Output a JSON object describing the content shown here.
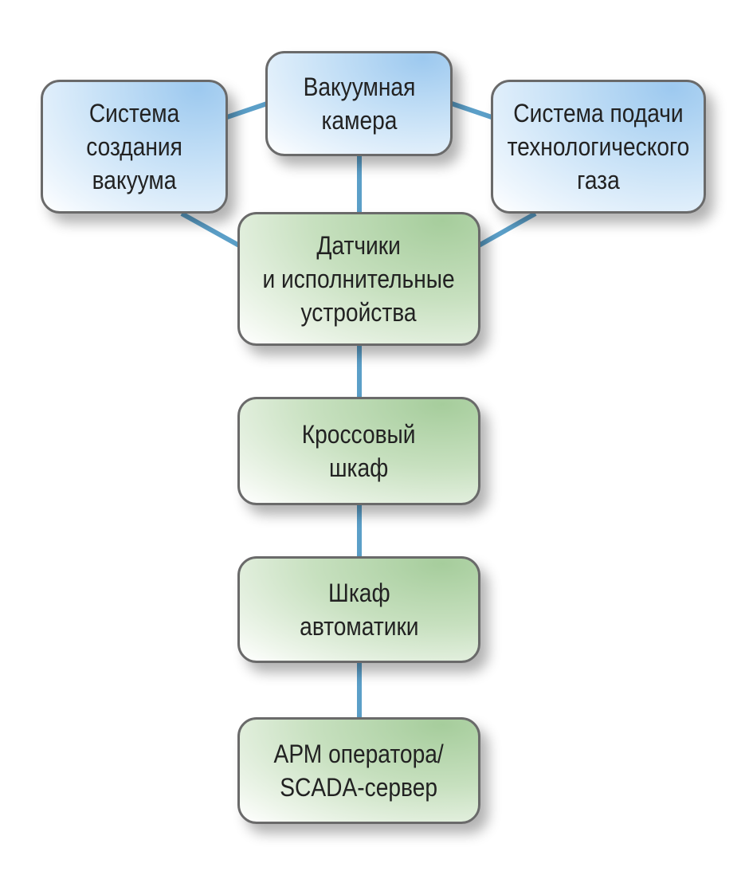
{
  "diagram": {
    "vacuum_system": {
      "line1": "Система",
      "line2": "создания",
      "line3": "вакуума"
    },
    "vacuum_chamber": {
      "line1": "Вакуумная",
      "line2": "камера"
    },
    "gas_supply": {
      "line1": "Система подачи",
      "line2": "технологического",
      "line3": "газа"
    },
    "sensors": {
      "line1": "Датчики",
      "line2": "и исполнительные",
      "line3": "устройства"
    },
    "cross_cabinet": {
      "line1": "Кроссовый",
      "line2": "шкаф"
    },
    "automation_cabinet": {
      "line1": "Шкаф",
      "line2": "автоматики"
    },
    "operator_station": {
      "line1": "АРМ оператора/",
      "line2": "SCADA-сервер"
    }
  },
  "colors": {
    "connector": "#5b9fc8",
    "border": "#6a6a6a",
    "blue_fill": "#c3dff6",
    "green_fill": "#c7e0bf"
  }
}
